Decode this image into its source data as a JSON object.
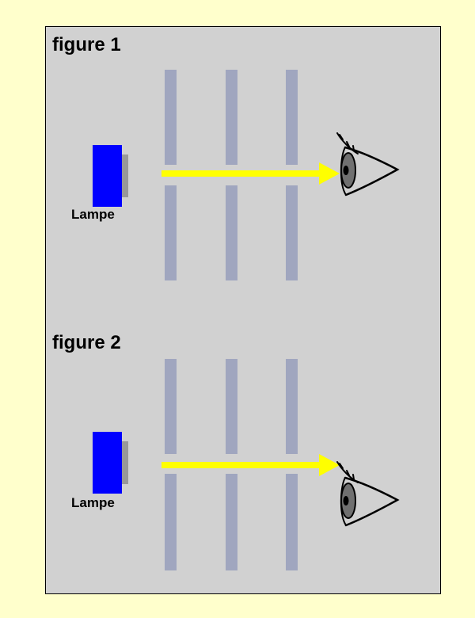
{
  "figures": [
    {
      "title": "figure 1",
      "lamp_label": "Lampe"
    },
    {
      "title": "figure 2",
      "lamp_label": "Lampe"
    }
  ],
  "colors": {
    "background": "#ffffcc",
    "panel": "#d1d1d1",
    "lamp": "#0000ff",
    "lamp_side": "#999999",
    "screen": "#a0a6bf",
    "ray": "#ffff00",
    "eye_iris": "#707070"
  },
  "icons": [
    "lamp-icon",
    "eye-icon",
    "light-ray-arrow"
  ]
}
